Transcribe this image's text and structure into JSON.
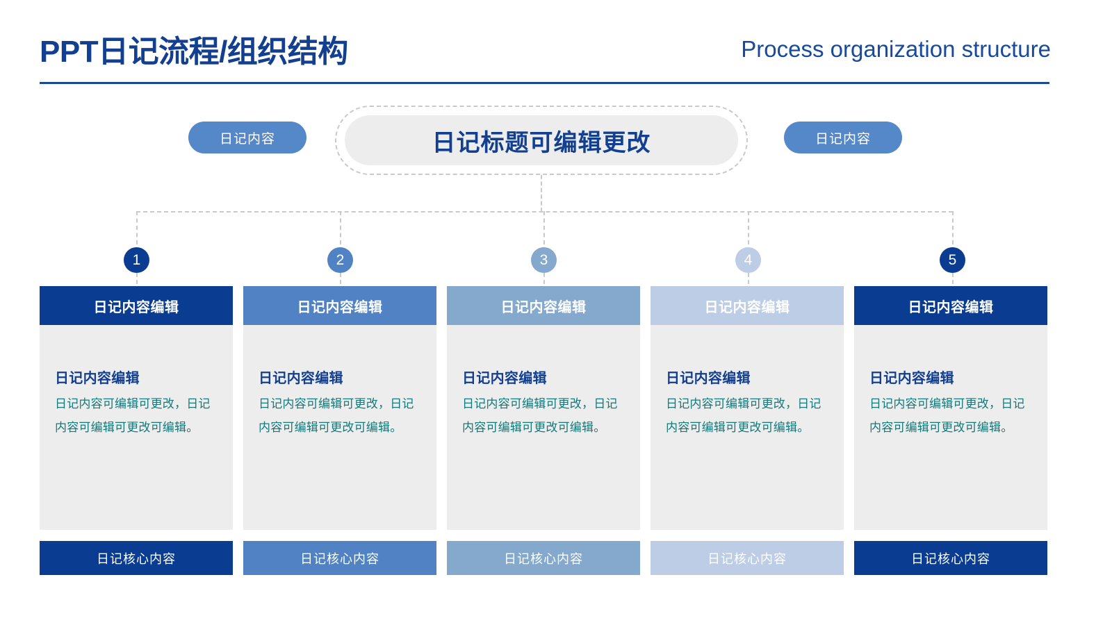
{
  "header": {
    "title": "PPT日记流程/组织结构",
    "subtitle": "Process organization structure",
    "rule_color": "#17499c"
  },
  "top": {
    "center_title": "日记标题可编辑更改",
    "left_pill": "日记内容",
    "right_pill": "日记内容",
    "pill_color": "#5588c8",
    "center_box_color": "#ededed",
    "dash_color": "#c9c9c9"
  },
  "steps": [
    {
      "number": "1",
      "color": "#0a3c91",
      "header": "日记内容编辑",
      "body_title": "日记内容编辑",
      "body_text": "日记内容可编辑可更改，日记内容可编辑可更改可编辑。",
      "footer": "日记核心内容"
    },
    {
      "number": "2",
      "color": "#5183c4",
      "header": "日记内容编辑",
      "body_title": "日记内容编辑",
      "body_text": "日记内容可编辑可更改，日记内容可编辑可更改可编辑。",
      "footer": "日记核心内容"
    },
    {
      "number": "3",
      "color": "#84a9cc",
      "header": "日记内容编辑",
      "body_title": "日记内容编辑",
      "body_text": "日记内容可编辑可更改，日记内容可编辑可更改可编辑。",
      "footer": "日记核心内容"
    },
    {
      "number": "4",
      "color": "#bdcde6",
      "header": "日记内容编辑",
      "body_title": "日记内容编辑",
      "body_text": "日记内容可编辑可更改，日记内容可编辑可更改可编辑。",
      "footer": "日记核心内容"
    },
    {
      "number": "5",
      "color": "#0a3c91",
      "header": "日记内容编辑",
      "body_title": "日记内容编辑",
      "body_text": "日记内容可编辑可更改，日记内容可编辑可更改可编辑。",
      "footer": "日记核心内容"
    }
  ],
  "layout": {
    "column_centers": [
      196,
      489,
      782,
      1076,
      1370
    ]
  }
}
